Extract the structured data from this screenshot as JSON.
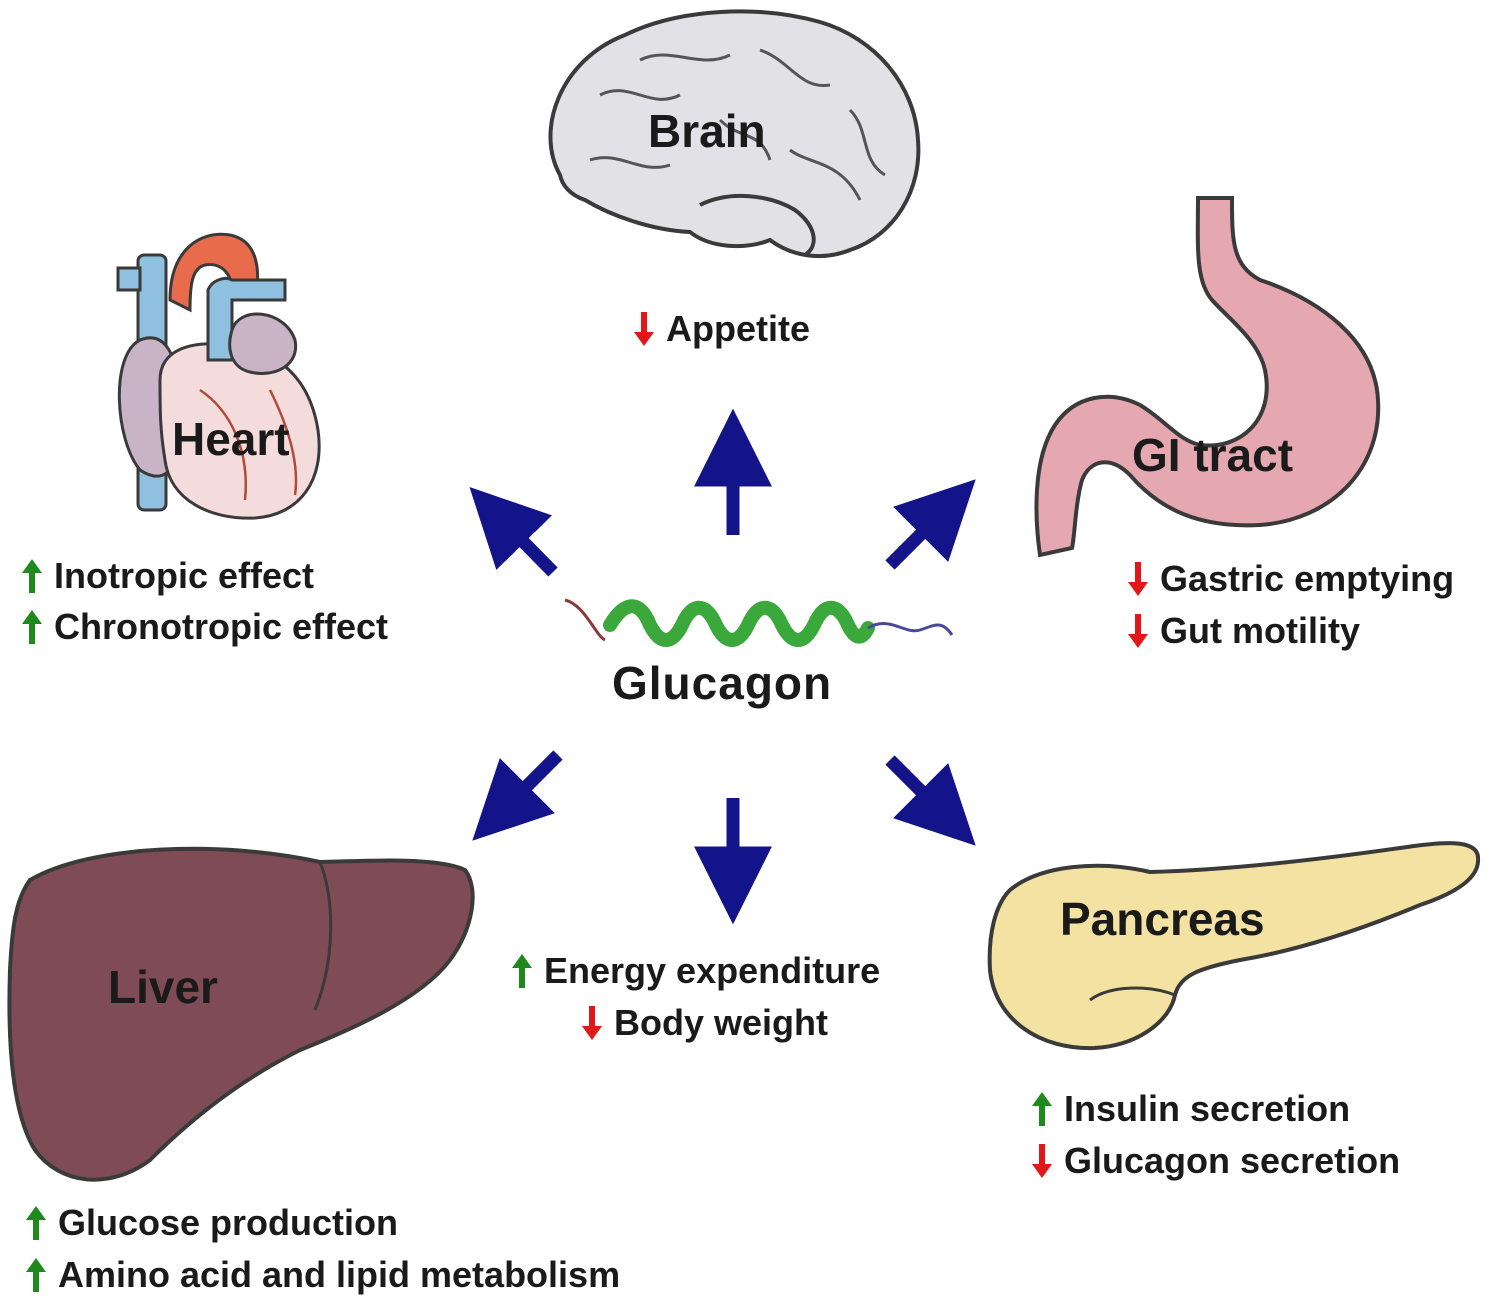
{
  "colors": {
    "arrow": "#14148a",
    "increase": "#1e8a1e",
    "decrease": "#e01818",
    "brain": "#e2e2e6",
    "heart_muscle": "#f4dcdc",
    "aorta": "#e86b4c",
    "vena_cava": "#8fc0e0",
    "stomach": "#e6a8b0",
    "liver": "#7f4b57",
    "pancreas": "#f4e2a2",
    "helix": "#3aa83a"
  },
  "center": {
    "label": "Glucagon",
    "icon": "glucagon-helix-icon"
  },
  "organs": [
    {
      "id": "brain",
      "label": "Brain",
      "icon": "brain-icon",
      "effects": [
        {
          "direction": "down",
          "text": "Appetite"
        }
      ]
    },
    {
      "id": "heart",
      "label": "Heart",
      "icon": "heart-icon",
      "effects": [
        {
          "direction": "up",
          "text": "Inotropic effect"
        },
        {
          "direction": "up",
          "text": "Chronotropic effect"
        }
      ]
    },
    {
      "id": "gi",
      "label": "GI tract",
      "icon": "stomach-icon",
      "effects": [
        {
          "direction": "down",
          "text": "Gastric emptying"
        },
        {
          "direction": "down",
          "text": "Gut motility"
        }
      ]
    },
    {
      "id": "liver",
      "label": "Liver",
      "icon": "liver-icon",
      "effects": [
        {
          "direction": "up",
          "text": "Glucose production"
        },
        {
          "direction": "up",
          "text": "Amino acid and lipid metabolism"
        }
      ]
    },
    {
      "id": "pancreas",
      "label": "Pancreas",
      "icon": "pancreas-icon",
      "effects": [
        {
          "direction": "up",
          "text": "Insulin secretion"
        },
        {
          "direction": "down",
          "text": "Glucagon secretion"
        }
      ]
    }
  ],
  "body_effects": [
    {
      "direction": "up",
      "text": "Energy expenditure"
    },
    {
      "direction": "down",
      "text": "Body weight"
    }
  ]
}
